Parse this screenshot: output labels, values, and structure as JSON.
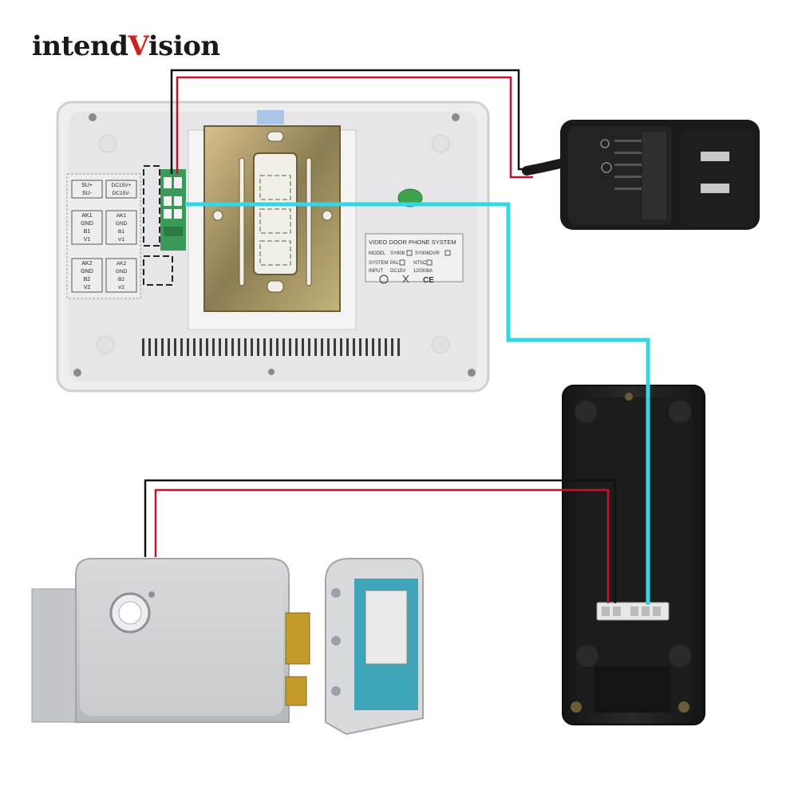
{
  "brand": {
    "logo_text_a": "intend",
    "logo_text_v": "V",
    "logo_text_b": "ision"
  },
  "monitor": {
    "terminals_top": [
      {
        "l": "SU+",
        "r": "DC15V+"
      },
      {
        "l": "SU-",
        "r": "DC15V-"
      }
    ],
    "terminals_mid": [
      {
        "l": "AK1",
        "r": "AK1"
      },
      {
        "l": "GND",
        "r": "GND"
      },
      {
        "l": "B1",
        "r": "B1"
      },
      {
        "l": "V1",
        "r": "V1"
      }
    ],
    "terminals_bot": [
      {
        "l": "AK2",
        "r": "AK2"
      },
      {
        "l": "GND",
        "r": "GND"
      },
      {
        "l": "B2",
        "r": "B2"
      },
      {
        "l": "V2",
        "r": "V2"
      }
    ],
    "label": {
      "title": "VIDEO DOOR PHONE SYSTEM",
      "model_key": "MODEL",
      "model_opt1": "SY808",
      "model_opt2": "SY808DVR",
      "system_key": "SYSTEM",
      "system_opt1": "PAL",
      "system_opt2": "NTSC",
      "input_key": "INPUT",
      "input_val": "DC15V",
      "date_val": "120308A",
      "ce_mark": "CE"
    }
  },
  "colors": {
    "power_red": "#c8102e",
    "power_black": "#111111",
    "signal_cyan": "#33d6e6",
    "brand_red": "#d0201c"
  },
  "icons": [
    "power-adapter-icon",
    "door-lock-icon",
    "strike-plate-icon",
    "outdoor-camera-icon"
  ]
}
